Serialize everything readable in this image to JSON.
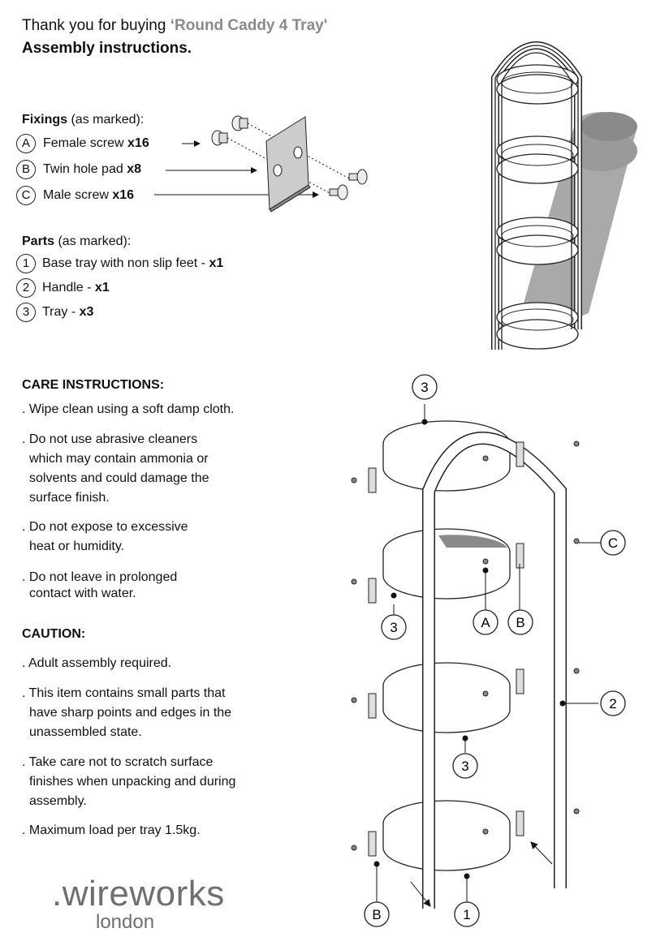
{
  "header": {
    "thanks": "Thank you for buying",
    "product": "‘Round Caddy 4 Tray'",
    "subtitle": "Assembly instructions."
  },
  "fixings": {
    "heading": "Fixings",
    "heading_suffix": " (as marked):",
    "items": [
      {
        "mark": "A",
        "label": "Female screw ",
        "qty": "x16"
      },
      {
        "mark": "B",
        "label": "Twin hole pad  ",
        "qty": "x8"
      },
      {
        "mark": "C",
        "label": "Male screw ",
        "qty": "x16"
      }
    ]
  },
  "parts": {
    "heading": "Parts",
    "heading_suffix": " (as marked):",
    "items": [
      {
        "mark": "1",
        "label": "Base tray with non slip feet - ",
        "qty": "x1"
      },
      {
        "mark": "2",
        "label": "Handle - ",
        "qty": "x1"
      },
      {
        "mark": "3",
        "label": "Tray - ",
        "qty": "x3"
      }
    ]
  },
  "care": {
    "heading": "CARE INSTRUCTIONS:",
    "items": [
      ". Wipe clean using a soft damp cloth.",
      ". Do not use abrasive cleaners",
      "which may contain ammonia or",
      "solvents and could damage the",
      "surface finish.",
      ". Do not expose to excessive",
      "heat or humidity.",
      ". Do not leave in prolonged",
      "contact with water."
    ]
  },
  "caution": {
    "heading": "CAUTION:",
    "items": [
      ". Adult assembly required.",
      ". This item contains small parts that",
      "have sharp points and edges in the",
      "unassembled state.",
      ". Take care not to scratch surface",
      "finishes when unpacking and during",
      "assembly.",
      ". Maximum load per tray 1.5kg."
    ]
  },
  "diagram_labels": {
    "tray_top": "3",
    "tray_mid": "3",
    "tray_lower": "3",
    "base": "1",
    "handle": "2",
    "female": "A",
    "pad_mid": "B",
    "pad_bottom": "B",
    "male": "C"
  },
  "logo": {
    "word": ".wireworks",
    "city": "london"
  }
}
